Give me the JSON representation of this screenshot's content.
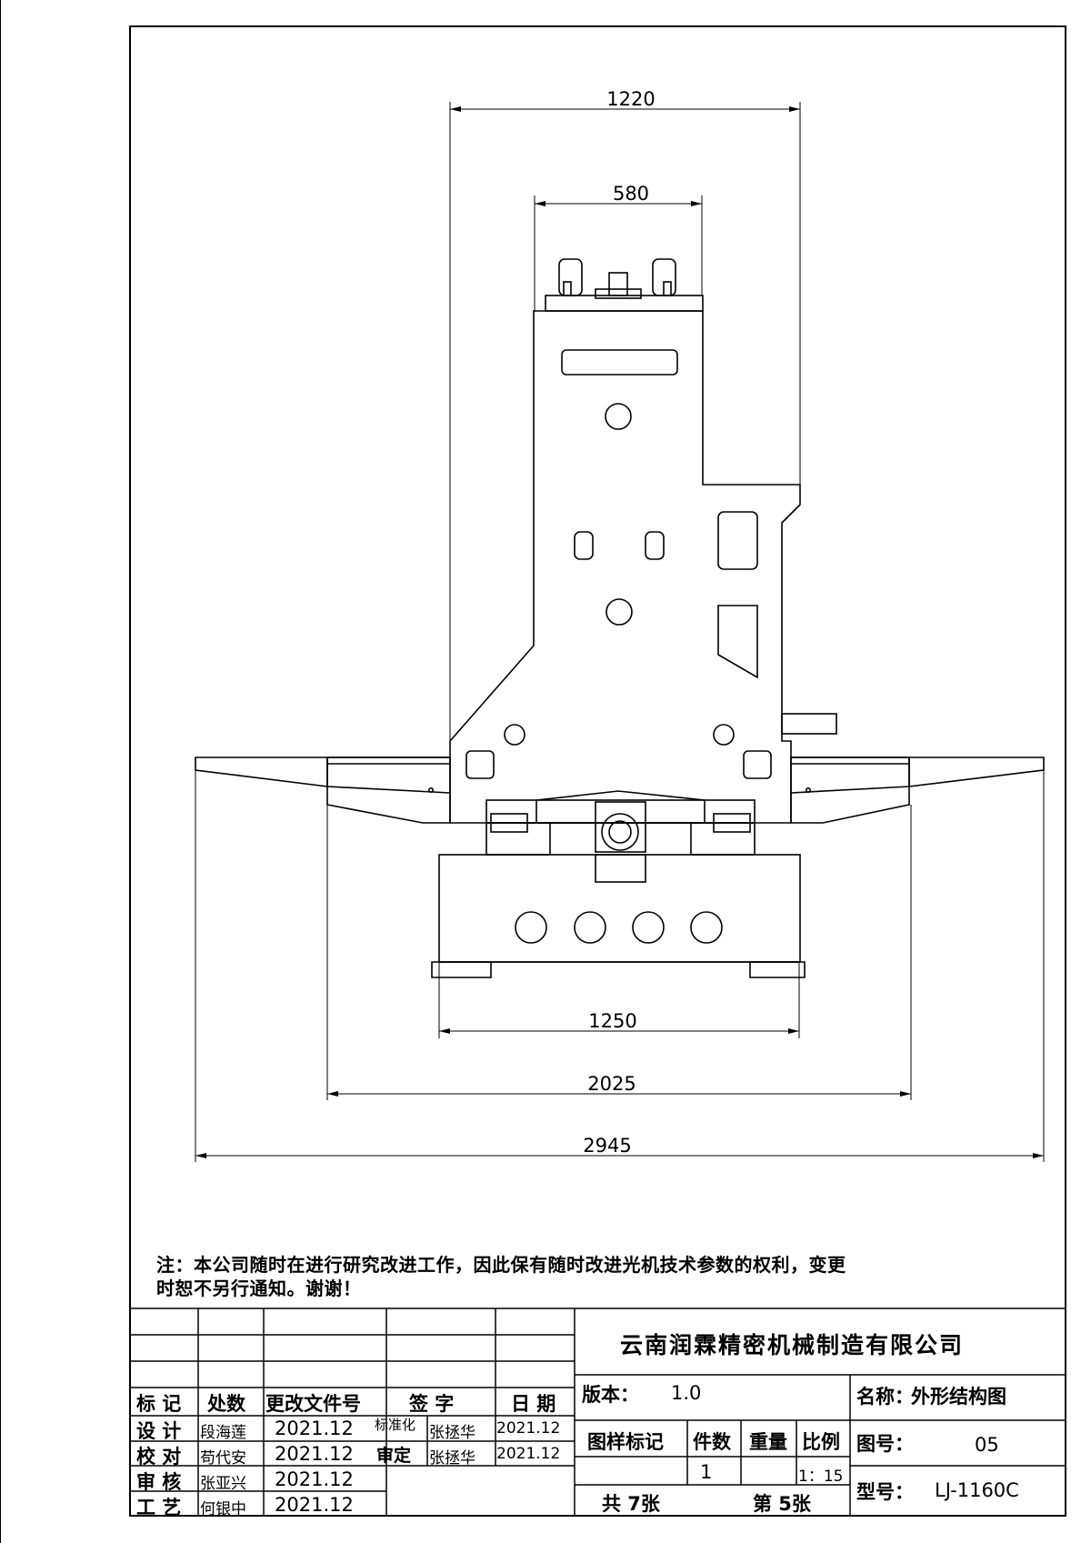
{
  "dimensions": {
    "d1220": "1220",
    "d580": "580",
    "d1250": "1250",
    "d2025": "2025",
    "d2945": "2945"
  },
  "note": {
    "line1": "注：本公司随时在进行研究改进工作，因此保有随时改进光机技术参数的权利，变更",
    "line2": "时恕不另行通知。谢谢！"
  },
  "title_block": {
    "company": "云南润霖精密机械制造有限公司",
    "headers": {
      "mark": "标 记",
      "places": "处数",
      "change_doc": "更改文件号",
      "signature": "签 字",
      "date": "日 期"
    },
    "rows": [
      {
        "role": "设 计",
        "name": "段海莲",
        "date": "2021.12"
      },
      {
        "role": "校 对",
        "name": "苟代安",
        "date": "2021.12"
      },
      {
        "role": "审 核",
        "name": "张亚兴",
        "date": "2021.12"
      },
      {
        "role": "工 艺",
        "name": "何银中",
        "date": "2021.12"
      }
    ],
    "standardization": {
      "label": "标准化",
      "name": "张拯华",
      "date": "2021.12"
    },
    "approval": {
      "label": "审定",
      "name": "张拯华",
      "date": "2021.12"
    },
    "version_label": "版本：",
    "version_value": "1.0",
    "name_label": "名称：",
    "name_value": "外形结构图",
    "sample_mark": "图样标记",
    "quantity": "件数",
    "weight": "重量",
    "scale": "比例",
    "quantity_value": "1",
    "scale_value": "1：15",
    "drawing_no_label": "图号：",
    "drawing_no_value": "05",
    "model_label": "型号：",
    "model_value": "LJ-1160C",
    "total_sheets": "共 7张",
    "sheet_no": "第 5张"
  }
}
